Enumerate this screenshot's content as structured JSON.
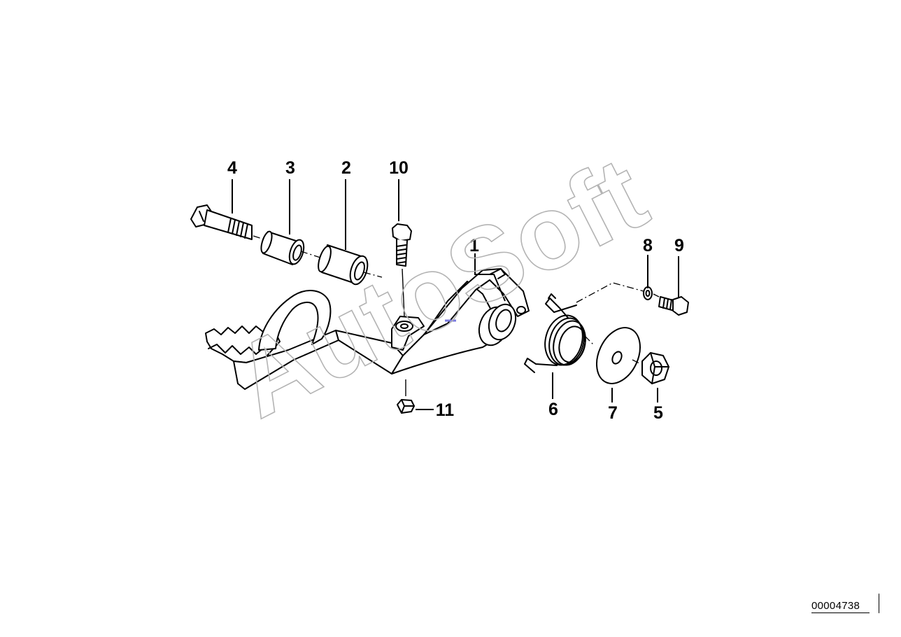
{
  "diagram": {
    "watermark": "AutoSoft",
    "drawing_number": "00004738",
    "callouts": [
      {
        "id": "c1",
        "label": "1"
      },
      {
        "id": "c2",
        "label": "2"
      },
      {
        "id": "c3",
        "label": "3"
      },
      {
        "id": "c4",
        "label": "4"
      },
      {
        "id": "c5",
        "label": "5"
      },
      {
        "id": "c6",
        "label": "6"
      },
      {
        "id": "c7",
        "label": "7"
      },
      {
        "id": "c8",
        "label": "8"
      },
      {
        "id": "c9",
        "label": "9"
      },
      {
        "id": "c10",
        "label": "10"
      },
      {
        "id": "c11",
        "label": "11"
      }
    ],
    "colors": {
      "line": "#000000",
      "watermark": "#b3b3b3",
      "background": "#ffffff"
    }
  }
}
